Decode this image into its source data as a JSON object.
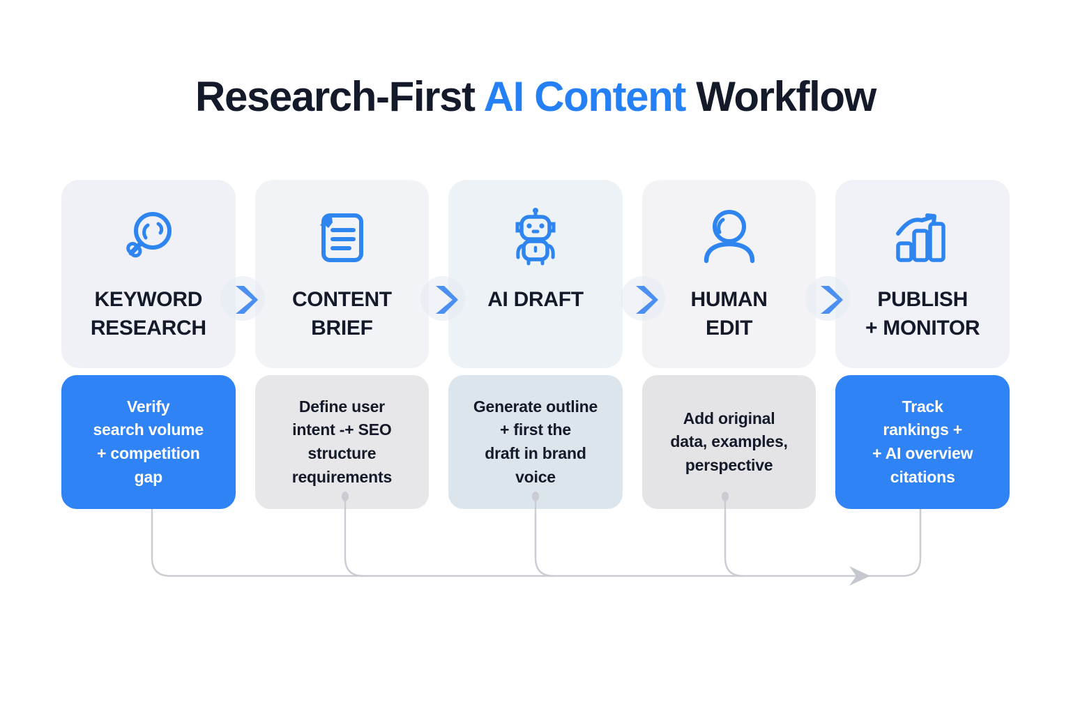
{
  "title": {
    "lead": "Research-First ",
    "accent": "AI Content",
    "trail": " Workflow"
  },
  "colors": {
    "accent_blue": "#2680f5",
    "footer_blue": "#3083f4",
    "icon_blue": "#2f85f0",
    "title_dark": "#141a2a",
    "card_bg": "#eff1f6",
    "loop_line": "#c9ccd2",
    "page_bg": "#ffffff"
  },
  "steps": [
    {
      "title": "KEYWORD\nRESEARCH",
      "title_line1": "KEYWORD",
      "title_line2": "RESEARCH",
      "icon": "magnifier-icon",
      "detail": "Verify\nsearch volume\n+ competition\ngap",
      "detail_lines": [
        "Verify",
        "search volume",
        "+ competition",
        "gap"
      ],
      "footer_style": "blue"
    },
    {
      "title": "CONTENT\nBRIEF",
      "title_line1": "CONTENT",
      "title_line2": "BRIEF",
      "icon": "document-icon",
      "detail": "Define user\nintent -+  SEO\nstructure\nrequirements",
      "detail_lines": [
        "Define user",
        "intent -+  SEO",
        "structure",
        "requirements"
      ],
      "footer_style": "gray"
    },
    {
      "title": "AI DRAFT",
      "title_line1": "AI DRAFT",
      "title_line2": "",
      "icon": "robot-icon",
      "detail": "Generate outline\n+ first the\ndraft in brand\nvoice",
      "detail_lines": [
        "Generate outline",
        "+ first the",
        "draft in brand",
        "voice"
      ],
      "footer_style": "bluegray"
    },
    {
      "title": "HUMAN\nEDIT",
      "title_line1": "HUMAN",
      "title_line2": "EDIT",
      "icon": "person-icon",
      "detail": "Add original\ndata, examples,\nperspective",
      "detail_lines": [
        "Add original",
        "data, examples,",
        "perspective"
      ],
      "footer_style": "gray2"
    },
    {
      "title": "PUBLISH\n+ MONITOR",
      "title_line1": "PUBLISH",
      "title_line2": "+ MONITOR",
      "icon": "bar-chart-growth-icon",
      "detail": "Track\nrankings +\n+ AI overview\ncitations",
      "detail_lines": [
        "Track",
        "rankings +",
        "+ AI overview",
        "citations"
      ],
      "footer_style": "blue"
    }
  ],
  "connectors": {
    "chevron_icon": "chevron-right-icon",
    "count": 4
  },
  "feedback_loop": {
    "arrow_icon": "arrow-right-icon",
    "node_icon": "loop-node-dot"
  }
}
